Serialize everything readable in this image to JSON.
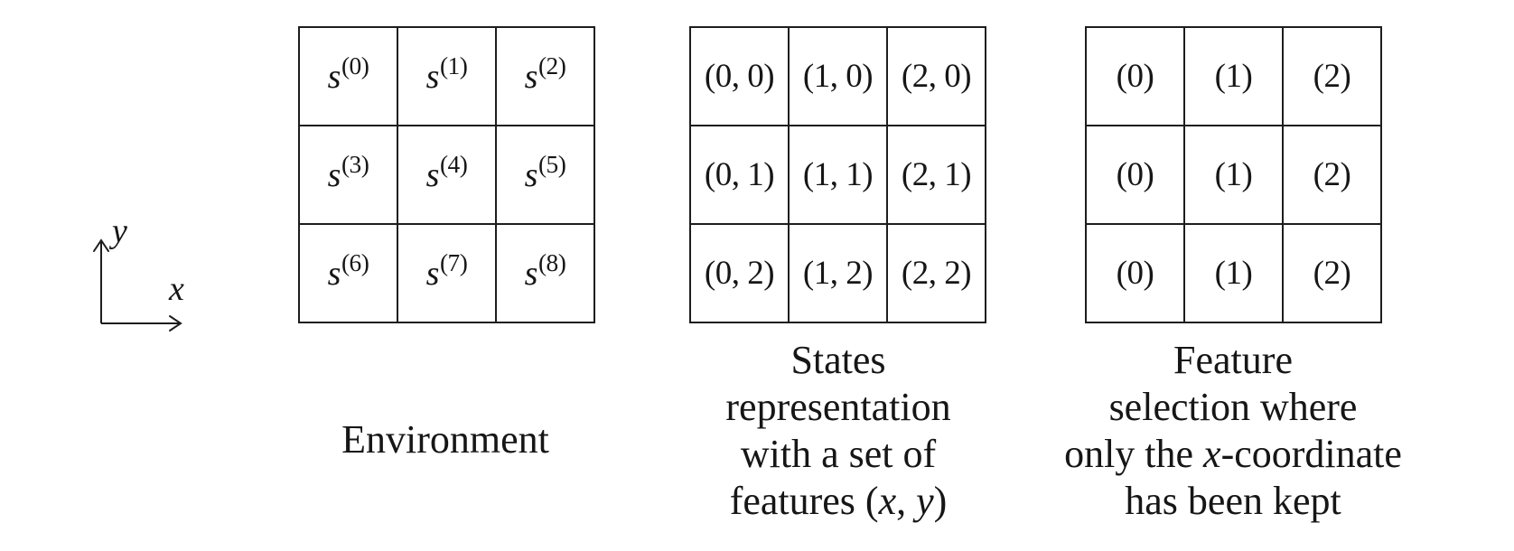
{
  "axis": {
    "x_label": "x",
    "y_label": "y"
  },
  "grids": [
    {
      "label": "Environment states grid",
      "cells": [
        [
          {
            "t": "s",
            "i": true
          },
          {
            "t": "(0)",
            "sup": true
          }
        ],
        [
          {
            "t": "s",
            "i": true
          },
          {
            "t": "(1)",
            "sup": true
          }
        ],
        [
          {
            "t": "s",
            "i": true
          },
          {
            "t": "(2)",
            "sup": true
          }
        ],
        [
          {
            "t": "s",
            "i": true
          },
          {
            "t": "(3)",
            "sup": true
          }
        ],
        [
          {
            "t": "s",
            "i": true
          },
          {
            "t": "(4)",
            "sup": true
          }
        ],
        [
          {
            "t": "s",
            "i": true
          },
          {
            "t": "(5)",
            "sup": true
          }
        ],
        [
          {
            "t": "s",
            "i": true
          },
          {
            "t": "(6)",
            "sup": true
          }
        ],
        [
          {
            "t": "s",
            "i": true
          },
          {
            "t": "(7)",
            "sup": true
          }
        ],
        [
          {
            "t": "s",
            "i": true
          },
          {
            "t": "(8)",
            "sup": true
          }
        ]
      ]
    },
    {
      "label": "States representation grid",
      "cells": [
        [
          {
            "t": "(0, 0)"
          }
        ],
        [
          {
            "t": "(1, 0)"
          }
        ],
        [
          {
            "t": "(2, 0)"
          }
        ],
        [
          {
            "t": "(0, 1)"
          }
        ],
        [
          {
            "t": "(1, 1)"
          }
        ],
        [
          {
            "t": "(2, 1)"
          }
        ],
        [
          {
            "t": "(0, 2)"
          }
        ],
        [
          {
            "t": "(1, 2)"
          }
        ],
        [
          {
            "t": "(2, 2)"
          }
        ]
      ]
    },
    {
      "label": "Feature selection grid",
      "cells": [
        [
          {
            "t": "(0)"
          }
        ],
        [
          {
            "t": "(1)"
          }
        ],
        [
          {
            "t": "(2)"
          }
        ],
        [
          {
            "t": "(0)"
          }
        ],
        [
          {
            "t": "(1)"
          }
        ],
        [
          {
            "t": "(2)"
          }
        ],
        [
          {
            "t": "(0)"
          }
        ],
        [
          {
            "t": "(1)"
          }
        ],
        [
          {
            "t": "(2)"
          }
        ]
      ]
    }
  ],
  "captions": [
    {
      "lines": [
        [
          {
            "t": "Environment"
          }
        ]
      ]
    },
    {
      "lines": [
        [
          {
            "t": "States"
          }
        ],
        [
          {
            "t": "representation"
          }
        ],
        [
          {
            "t": "with a set of"
          }
        ],
        [
          {
            "t": "features ("
          },
          {
            "t": "x",
            "i": true
          },
          {
            "t": ", "
          },
          {
            "t": "y",
            "i": true
          },
          {
            "t": ")"
          }
        ]
      ]
    },
    {
      "lines": [
        [
          {
            "t": "Feature"
          }
        ],
        [
          {
            "t": "selection where"
          }
        ],
        [
          {
            "t": "only the "
          },
          {
            "t": "x",
            "i": true
          },
          {
            "t": "-coordinate"
          }
        ],
        [
          {
            "t": "has been kept"
          }
        ]
      ]
    }
  ],
  "colors": {
    "ink": "#1d1d1d",
    "background": "#ffffff"
  }
}
